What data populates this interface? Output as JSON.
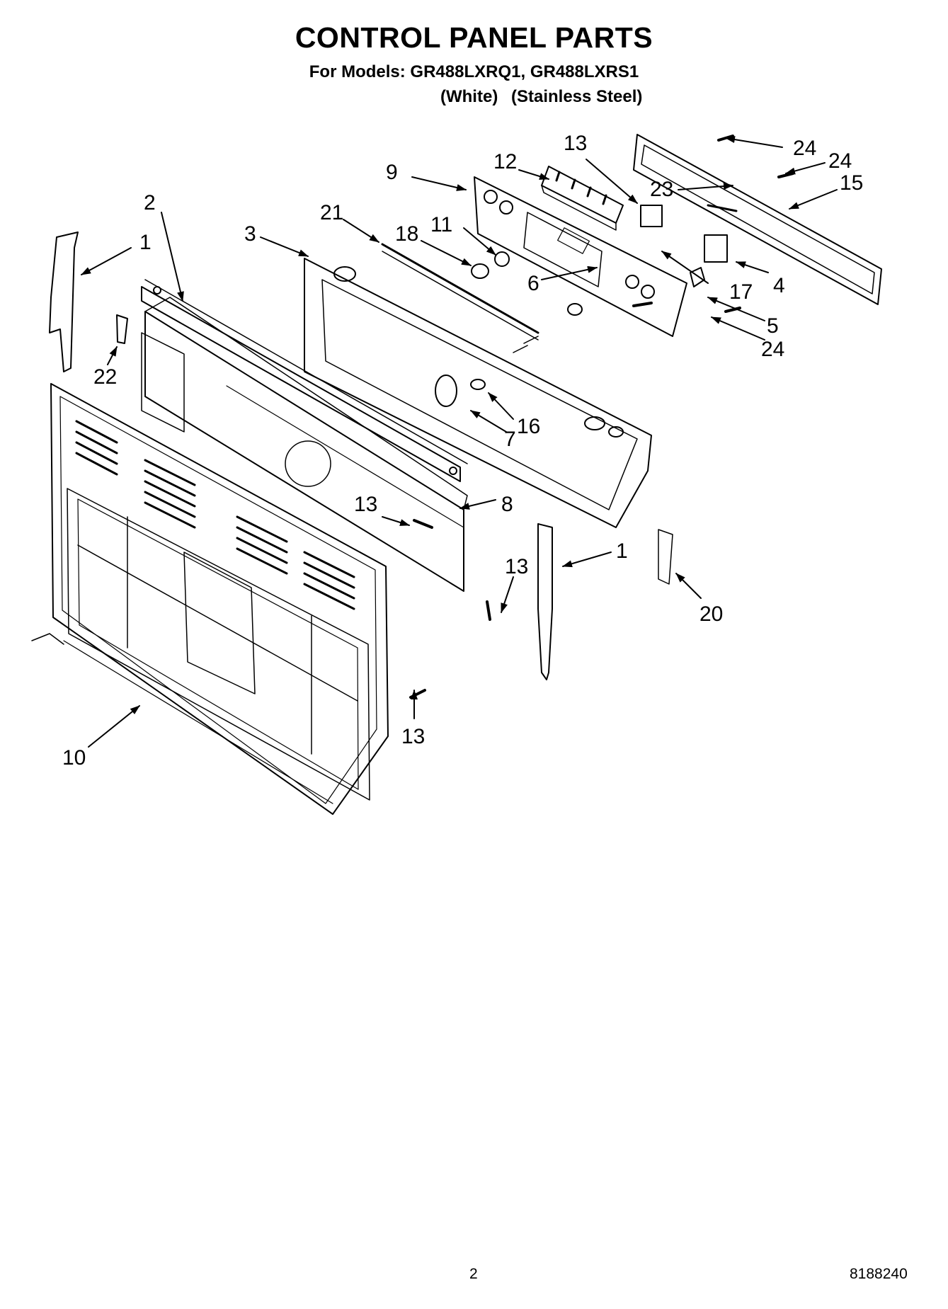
{
  "title": "CONTROL PANEL PARTS",
  "models_line": "For Models: GR488LXRQ1, GR488LXRS1",
  "variants": [
    "(White)",
    "(Stainless Steel)"
  ],
  "callouts": [
    "1",
    "2",
    "3",
    "9",
    "12",
    "13",
    "24",
    "24",
    "15",
    "23",
    "21",
    "18",
    "11",
    "6",
    "17",
    "4",
    "5",
    "24",
    "22",
    "16",
    "7",
    "8",
    "13",
    "1",
    "13",
    "20",
    "13",
    "10"
  ],
  "footer": {
    "page": "2",
    "doc_number": "8188240"
  }
}
